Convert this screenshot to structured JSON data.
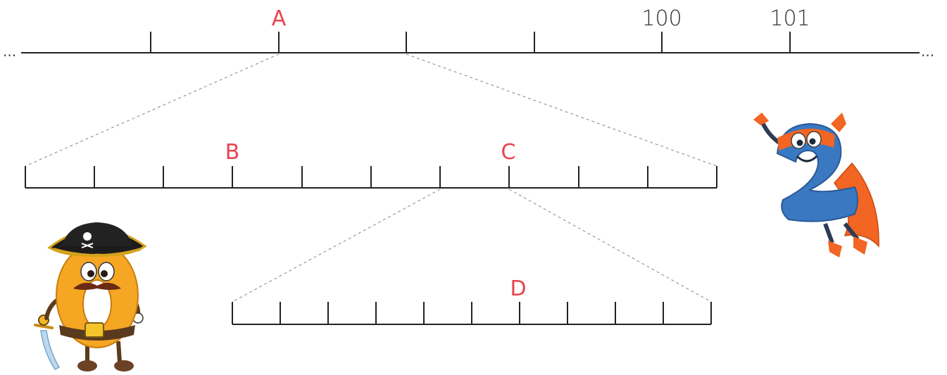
{
  "number_lines": {
    "top": {
      "labels": {
        "A": "A",
        "n100": "100",
        "n101": "101"
      },
      "ellipsis_left": "...",
      "ellipsis_right": "..."
    },
    "middle": {
      "labels": {
        "B": "B",
        "C": "C"
      }
    },
    "bottom": {
      "labels": {
        "D": "D"
      }
    }
  },
  "colors": {
    "line": "#222222",
    "label": "#e8434f",
    "zoom_dash": "#999999"
  },
  "characters": {
    "pirate": {
      "icon": "pirate-zero-character",
      "hat_symbol": "skull-and-crossbones"
    },
    "hero": {
      "icon": "superhero-two-character"
    }
  }
}
